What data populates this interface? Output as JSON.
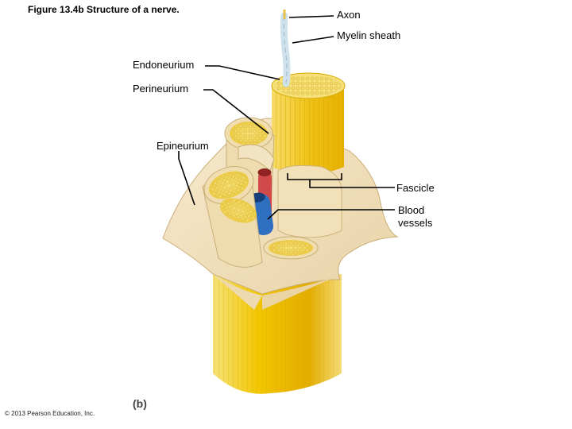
{
  "figure": {
    "title": "Figure 13.4b Structure of a nerve.",
    "panel_letter": "(b)",
    "copyright": "© 2013 Pearson Education, Inc."
  },
  "labels": {
    "axon": "Axon",
    "myelin_sheath": "Myelin sheath",
    "endoneurium": "Endoneurium",
    "perineurium": "Perineurium",
    "epineurium": "Epineurium",
    "fascicle": "Fascicle",
    "blood_vessels": "Blood vessels"
  },
  "colors": {
    "nerve_yellow": "#f2c200",
    "epineurium_tan": "#f3e2bd",
    "artery_red": "#d14a4a",
    "vein_blue": "#2f6fc0",
    "myelin_blue": "#cfe2ec"
  }
}
